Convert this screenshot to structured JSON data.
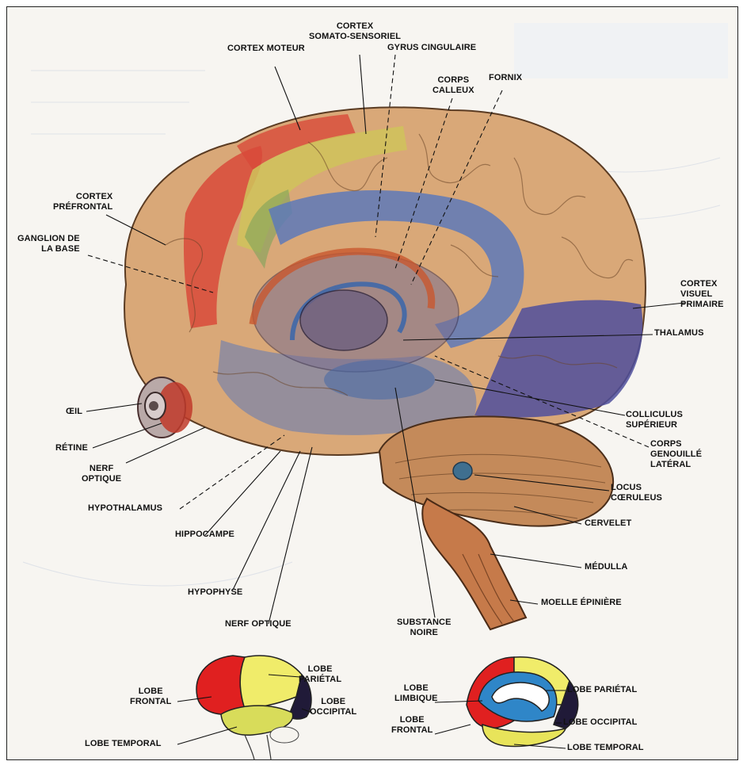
{
  "labels": {
    "cortex_moteur": "CORTEX MOTEUR",
    "cortex_somato": "CORTEX\nSOMATO-SENSORIEL",
    "gyrus_cingulaire": "GYRUS CINGULAIRE",
    "corps_calleux": "CORPS\nCALLEUX",
    "fornix": "FORNIX",
    "cortex_prefrontal": "CORTEX\nPRÉFRONTAL",
    "ganglion_base": "GANGLION DE\nLA BASE",
    "cortex_visuel": "CORTEX\nVISUEL\nPRIMAIRE",
    "thalamus": "THALAMUS",
    "oeil": "ŒIL",
    "retine": "RÉTINE",
    "nerf_optique_1": "NERF\nOPTIQUE",
    "colliculus": "COLLICULUS\nSUPÉRIEUR",
    "corps_genouille": "CORPS\nGENOUILLÉ\nLATÉRAL",
    "hypothalamus": "HYPOTHALAMUS",
    "hippocampe": "HIPPOCAMPE",
    "locus": "LOCUS\nCŒRULEUS",
    "cervelet": "CERVELET",
    "medulla": "MÉDULLA",
    "hypophyse": "HYPOPHYSE",
    "moelle": "MOELLE ÉPINIÈRE",
    "nerf_optique_2": "NERF OPTIQUE",
    "substance_noire": "SUBSTANCE\nNOIRE"
  },
  "lobes_left": {
    "frontal": "LOBE\nFRONTAL",
    "parietal": "LOBE\nPARIÉTAL",
    "occipital": "LOBE\nOCCIPITAL",
    "temporal": "LOBE TEMPORAL"
  },
  "lobes_right": {
    "limbique": "LOBE\nLIMBIQUE",
    "frontal": "LOBE\nFRONTAL",
    "parietal": "LOBE PARIÉTAL",
    "occipital": "LOBE OCCIPITAL",
    "temporal": "LOBE TEMPORAL"
  },
  "colors": {
    "cortex_tan": "#d9a878",
    "moteur_red": "#d84a3a",
    "somato_yellow": "#cfc35a",
    "blue_zone": "#5d79b8",
    "visuel_purple": "#4f4f9c",
    "lobe_red": "#e02020",
    "lobe_yellow": "#f0ec6a",
    "lobe_dark": "#201a38",
    "lobe_blue": "#2f86c8"
  }
}
